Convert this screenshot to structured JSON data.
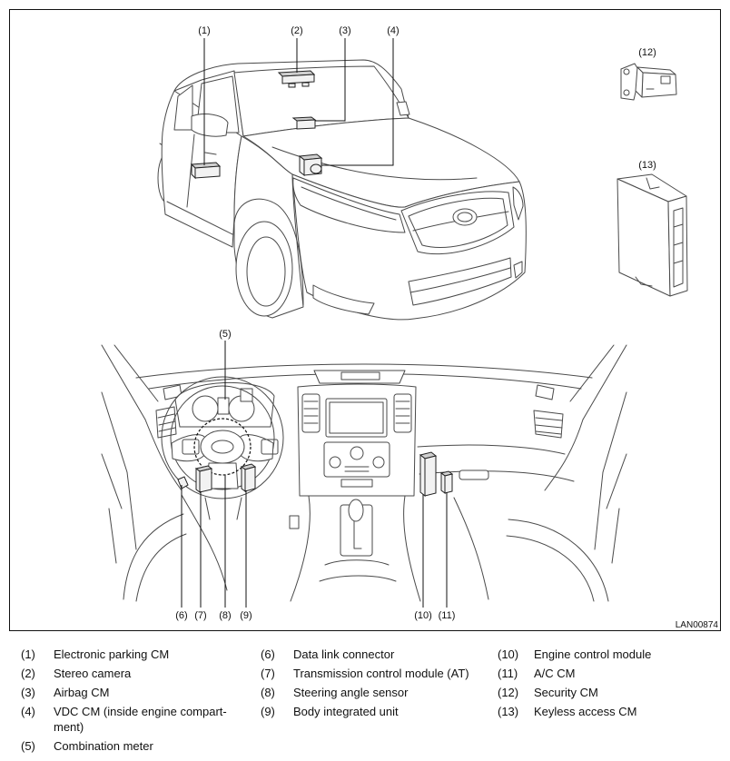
{
  "figure": {
    "callouts": [
      "(1)",
      "(2)",
      "(3)",
      "(4)",
      "(5)",
      "(6)",
      "(7)",
      "(8)",
      "(9)",
      "(10)",
      "(11)",
      "(12)",
      "(13)"
    ],
    "code": "LAN00874"
  },
  "legend": {
    "col1": [
      {
        "num": "(1)",
        "text": "Electronic parking CM"
      },
      {
        "num": "(2)",
        "text": "Stereo camera"
      },
      {
        "num": "(3)",
        "text": "Airbag CM"
      },
      {
        "num": "(4)",
        "text": "VDC CM (inside engine compart-\nment)"
      },
      {
        "num": "(5)",
        "text": "Combination meter"
      }
    ],
    "col2": [
      {
        "num": "(6)",
        "text": "Data link connector"
      },
      {
        "num": "(7)",
        "text": "Transmission control module (AT)"
      },
      {
        "num": "(8)",
        "text": "Steering angle sensor"
      },
      {
        "num": "(9)",
        "text": "Body integrated unit"
      }
    ],
    "col3": [
      {
        "num": "(10)",
        "text": "Engine control module"
      },
      {
        "num": "(11)",
        "text": "A/C CM"
      },
      {
        "num": "(12)",
        "text": "Security CM"
      },
      {
        "num": "(13)",
        "text": "Keyless access CM"
      }
    ]
  }
}
